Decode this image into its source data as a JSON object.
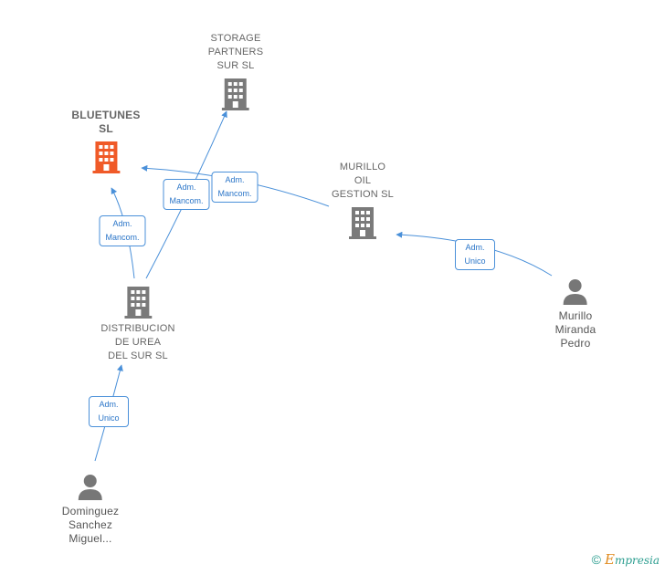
{
  "colors": {
    "edge": "#4a90d9",
    "company": "#7a7a7a",
    "company_highlight": "#f05a28",
    "person": "#777777"
  },
  "nodes": {
    "storage": {
      "label": "STORAGE\nPARTNERS\nSUR  SL",
      "icon": "building-icon"
    },
    "bluetunes": {
      "label": "BLUETUNES\nSL",
      "icon": "building-icon"
    },
    "murillo_oil": {
      "label": "MURILLO\nOIL\nGESTION  SL",
      "icon": "building-icon"
    },
    "distribucion": {
      "label": "DISTRIBUCION\nDE UREA\nDEL SUR  SL",
      "icon": "building-icon"
    },
    "murillo_pedro": {
      "label": "Murillo\nMiranda\nPedro",
      "icon": "person-icon"
    },
    "dominguez": {
      "label": "Dominguez\nSanchez\nMiguel...",
      "icon": "person-icon"
    }
  },
  "edges": {
    "dist_to_bluetunes": "Adm.\nMancom.",
    "dist_to_storage": "Adm.\nMancom.",
    "murillo_to_bluetunes": "Adm.\nMancom.",
    "pedro_to_murillo": "Adm.\nUnico",
    "dominguez_to_dist": "Adm.\nUnico"
  },
  "footer": {
    "copyright_symbol": "©",
    "brand_first": "E",
    "brand_rest": "mpresia"
  }
}
